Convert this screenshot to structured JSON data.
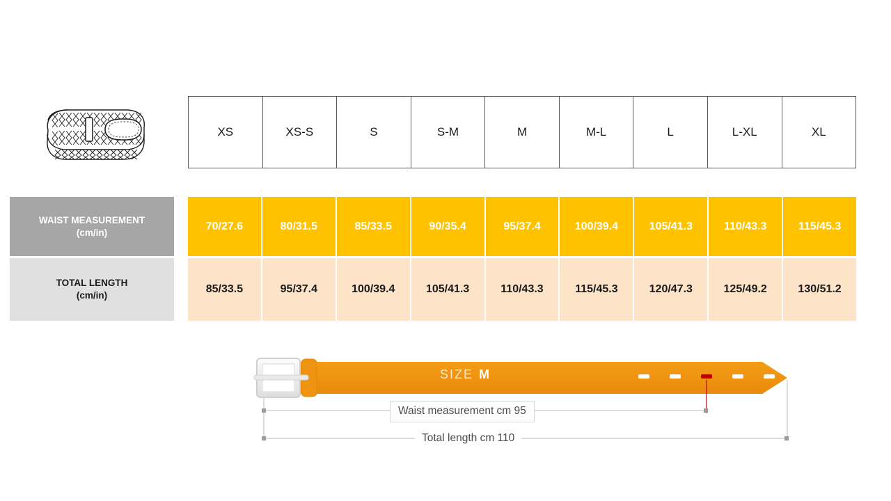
{
  "product_illustration": {
    "icon": "braided-belt-icon",
    "alt": "braided belt coiled"
  },
  "table": {
    "size_headers": [
      "XS",
      "XS-S",
      "S",
      "S-M",
      "M",
      "M-L",
      "L",
      "L-XL",
      "XL"
    ],
    "rows": [
      {
        "label": "WAIST MEASUREMENT",
        "unit": "(cm/in)",
        "values": [
          "70/27.6",
          "80/31.5",
          "85/33.5",
          "90/35.4",
          "95/37.4",
          "100/39.4",
          "105/41.3",
          "110/43.3",
          "115/45.3"
        ]
      },
      {
        "label": "TOTAL LENGTH",
        "unit": "(cm/in)",
        "values": [
          "85/33.5",
          "95/37.4",
          "100/39.4",
          "105/41.3",
          "110/43.3",
          "115/45.3",
          "120/47.3",
          "125/49.2",
          "130/51.2"
        ]
      }
    ]
  },
  "diagram": {
    "size_prefix": "SIZE",
    "size_value": "M",
    "waist_callout": "Waist measurement cm 95",
    "length_callout": "Total length cm 110",
    "holes_total": 5,
    "highlighted_hole_index": 3
  },
  "colors": {
    "waist_row_bg": "#ffc200",
    "length_row_bg": "#fde3c7",
    "waist_label_bg": "#a6a6a6",
    "length_label_bg": "#e0e0e0",
    "belt_orange": "#ef9412",
    "highlight_hole": "#c00000",
    "table_border": "#58595b"
  }
}
